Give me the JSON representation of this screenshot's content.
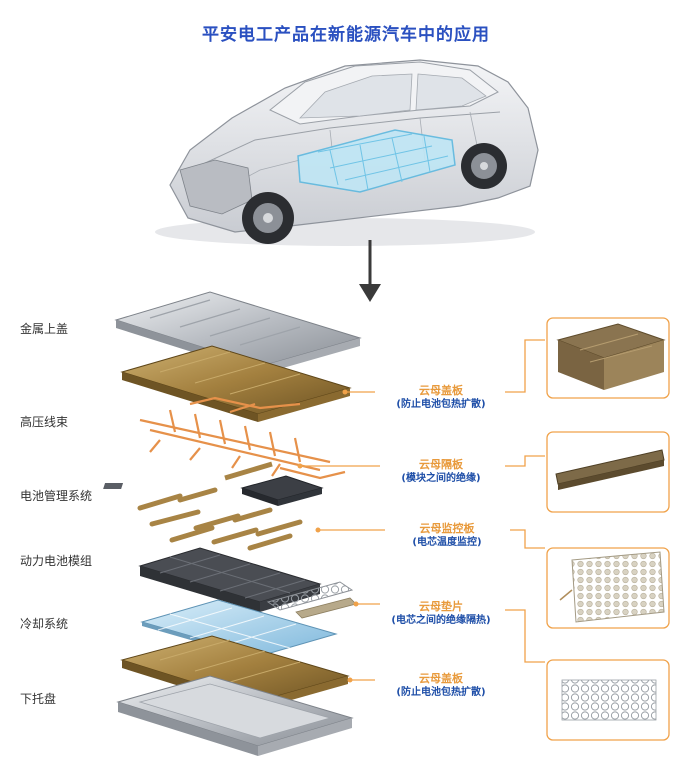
{
  "title": "平安电工产品在新能源汽车中的应用",
  "layers": [
    {
      "label": "金属上盖"
    },
    {
      "label": "高压线束"
    },
    {
      "label": "电池管理系统"
    },
    {
      "label": "动力电池模组"
    },
    {
      "label": "冷却系统"
    },
    {
      "label": "下托盘"
    }
  ],
  "callouts": [
    {
      "name": "云母盖板",
      "desc": "(防止电池包热扩散)"
    },
    {
      "name": "云母隔板",
      "desc": "(模块之间的绝缘)"
    },
    {
      "name": "云母监控板",
      "desc": "(电芯温度监控)"
    },
    {
      "name": "云母垫片",
      "desc": "(电芯之间的绝缘隔热)"
    },
    {
      "name": "云母盖板",
      "desc": "(防止电池包热扩散)"
    }
  ],
  "colors": {
    "title": "#2a50c0",
    "callout_name": "#e89a3c",
    "callout_desc": "#1f4fa8",
    "leader_line": "#f0a24a",
    "mica": "#a88445",
    "metal": "#c9ccd1",
    "battery_glow": "#8fd4ee"
  }
}
